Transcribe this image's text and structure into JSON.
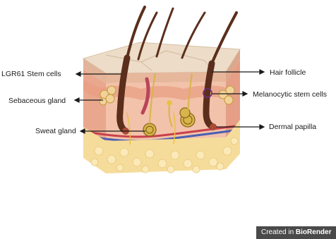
{
  "labels": {
    "lgr61_stem_cells": "LGR61 Stem cells",
    "sebaceous_gland": "Sebaceous gland",
    "sweat_gland": "Sweat gland",
    "hair_follicle": "Hair follicle",
    "melanocytic_stem_cells": "Melanocytic stem cells",
    "dermal_papilla": "Dermal papilla"
  },
  "watermark": {
    "prefix": "Created in",
    "brand": "BioRender"
  },
  "colors": {
    "epidermis_top": "#ead7c3",
    "dermis": "#e8a48a",
    "dermis_light": "#f0c0a8",
    "hair": "#5b2e1c",
    "fat": "#f6dc9a",
    "artery": "#c8404a",
    "vein": "#4b5fb0",
    "gland": "#d9b44a",
    "watermark_bg": "#4a4a4a"
  }
}
